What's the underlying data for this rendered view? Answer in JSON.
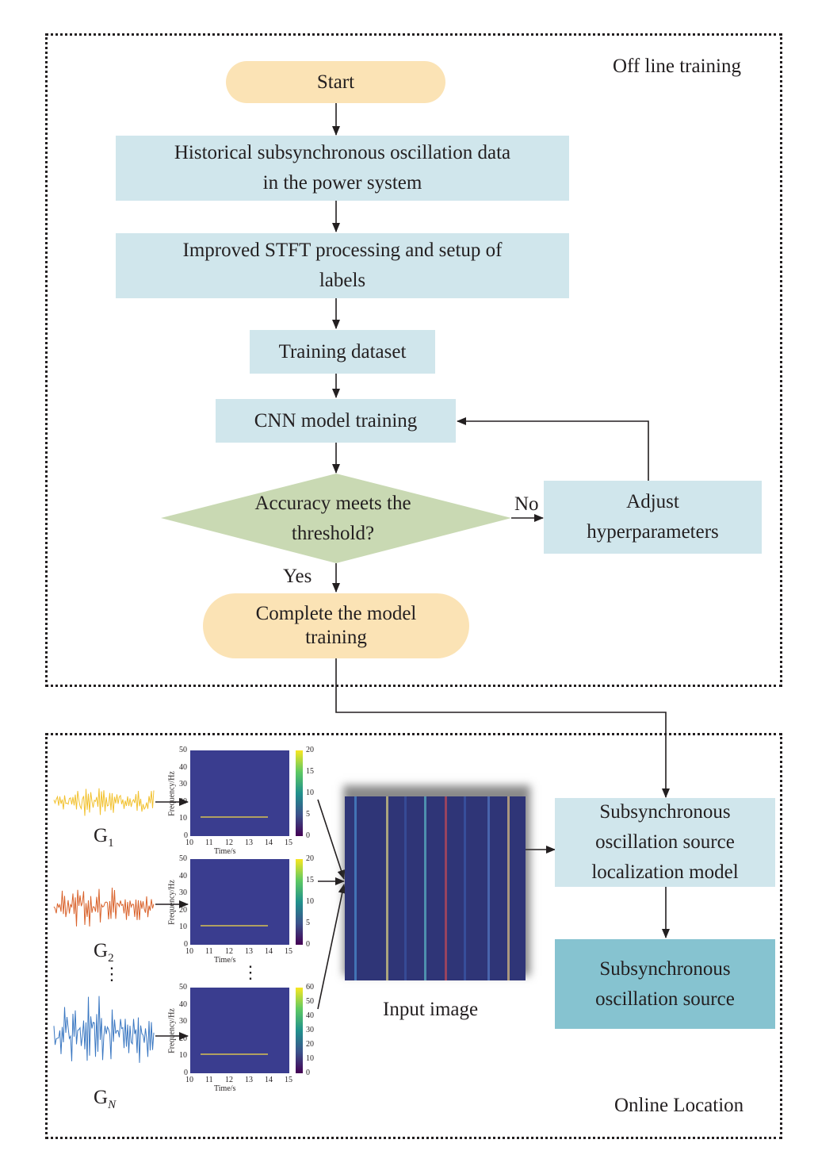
{
  "regions": {
    "offline_label": "Off line training",
    "online_label": "Online Location"
  },
  "offline": {
    "start": "Start",
    "historical": "Historical subsynchronous oscillation data\nin the power system",
    "stft": "Improved STFT processing and setup of\nlabels",
    "dataset": "Training dataset",
    "cnn": "CNN model training",
    "decision": "Accuracy meets the\nthreshold?",
    "adjust": "Adjust\nhyperparameters",
    "complete": "Complete the  model\ntraining",
    "no_label": "No",
    "yes_label": "Yes"
  },
  "online": {
    "input_image_label": "Input image",
    "model": "Subsynchronous\noscillation source\nlocalization model",
    "source": "Subsynchronous\noscillation source",
    "generators": [
      "G",
      "G",
      "G"
    ],
    "generator_subs": [
      "1",
      "2",
      "N"
    ],
    "ellipsis": "⋮"
  },
  "spectrogram": {
    "ylabel": "Frequency/Hz",
    "xlabel": "Time/s",
    "y_ticks": [
      "50",
      "40",
      "30",
      "20",
      "10",
      "0"
    ],
    "x_ticks": [
      "10",
      "11",
      "12",
      "13",
      "14",
      "15"
    ],
    "colorbars": [
      [
        "20",
        "15",
        "10",
        "5",
        "0"
      ],
      [
        "20",
        "15",
        "10",
        "5",
        "0"
      ],
      [
        "60",
        "50",
        "40",
        "30",
        "20",
        "10",
        "0"
      ]
    ]
  },
  "colors": {
    "blue_box": "#d0e6ec",
    "teal_box": "#86c3d0",
    "pill": "#fbe3b5",
    "diamond": "#c9d9b3",
    "signal_1": "#f2c12e",
    "signal_2": "#d9622b",
    "signal_N": "#3b78c2"
  }
}
